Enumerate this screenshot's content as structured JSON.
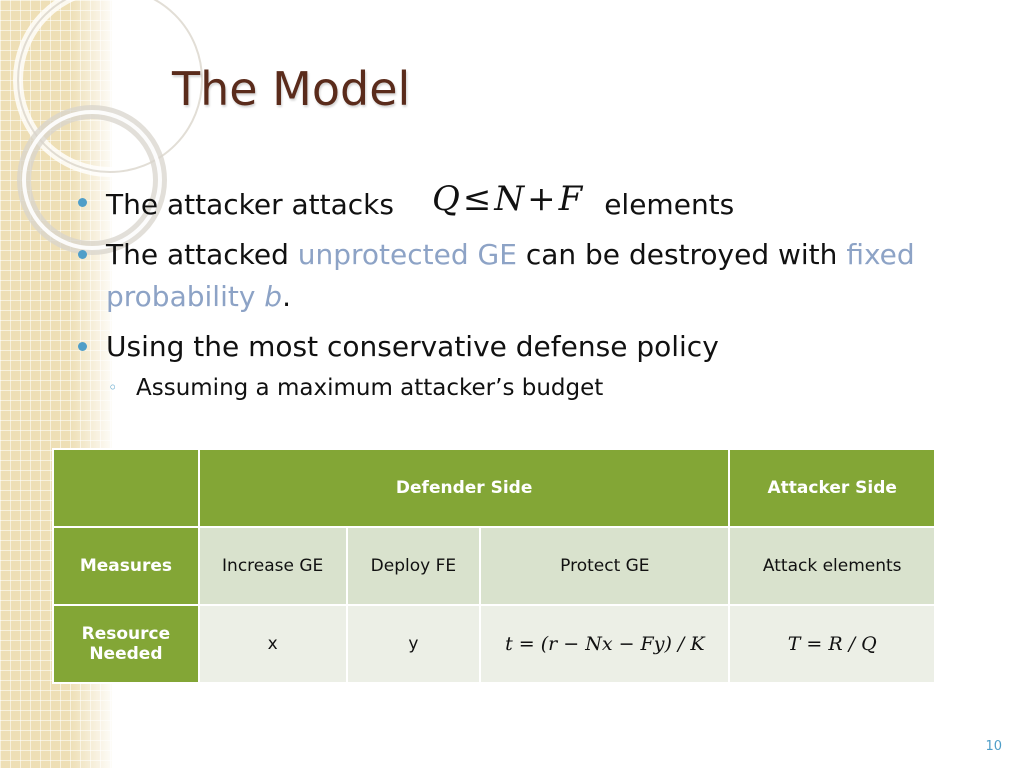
{
  "slide": {
    "title": "The Model",
    "page_number": "10",
    "accent_color": "#8da3c6",
    "bullet_color": "#4f9ec8",
    "table_header_color": "#83a636"
  },
  "bullets": [
    {
      "before": "The attacker attacks",
      "formula": {
        "q": "Q",
        "le": "≤",
        "n": "N",
        "plus": "+",
        "f": "F"
      },
      "after": "elements"
    },
    {
      "before": "The attacked ",
      "highlight1": "unprotected GE",
      "middle": " can be destroyed with ",
      "highlight2": "fixed probability ",
      "var": "b",
      "after": "."
    },
    {
      "text": "Using the most conservative defense policy"
    }
  ],
  "sub_bullets": [
    {
      "text": "Assuming a maximum attacker’s budget"
    }
  ],
  "table": {
    "header": {
      "empty": "",
      "defender": "Defender Side",
      "attacker": "Attacker Side"
    },
    "measures_row": {
      "label": "Measures",
      "cells": [
        "Increase GE",
        "Deploy FE",
        "Protect GE",
        "Attack elements"
      ]
    },
    "resource_row": {
      "label_line1": "Resource",
      "label_line2": "Needed",
      "cells": [
        "x",
        "y",
        "t = (r − Nx − Fy) / K",
        "T = R / Q"
      ]
    }
  }
}
